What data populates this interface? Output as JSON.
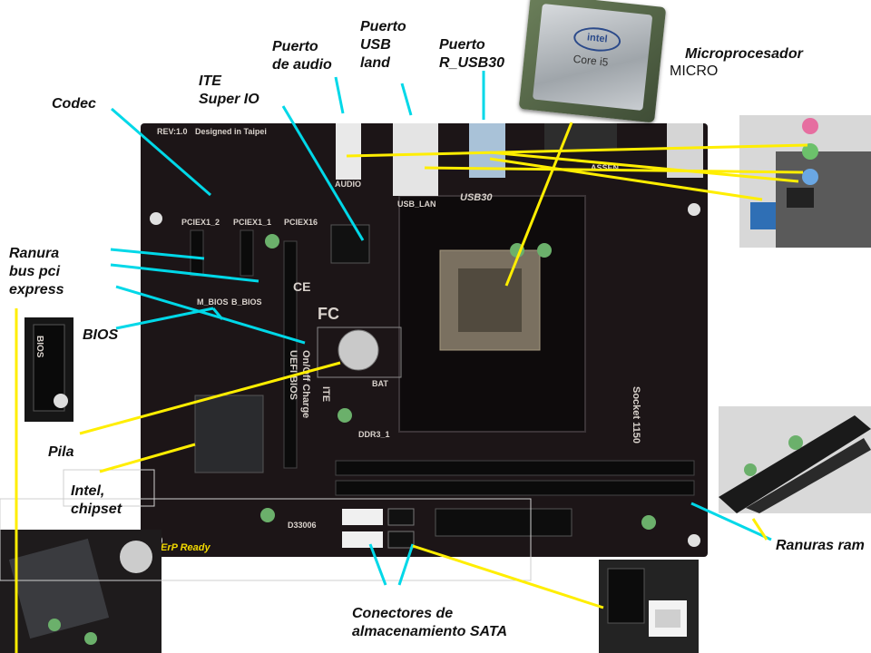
{
  "labels": {
    "audio": "Puerto\nde audio",
    "usb_lan": "Puerto\nUSB\nland",
    "usb30": "Puerto\nR_USB30",
    "micro": "Microprocesador",
    "micro_sub": "MICRO",
    "ite": "ITE\nSuper IO",
    "codec": "Codec",
    "pcie": "Ranura\nbus pci\nexpress",
    "bios": "BIOS",
    "pila": "Pila",
    "chipset": "Intel,\nchipset",
    "ram": "Ranuras ram",
    "sata": "Conectores de\nalmacenamiento SATA"
  },
  "silkscreen": {
    "designed": "Designed in Taipei",
    "rev": "REV:1.0",
    "audio": "AUDIO",
    "usb_lan": "USB_LAN",
    "usb30": "USB30",
    "pciex1_2": "PCIEX1_2",
    "pciex1_1": "PCIEX1_1",
    "pciex16": "PCIEX16",
    "mbios": "M_BIOS",
    "bbios": "B_BIOS",
    "onoff": "On/Off Charge",
    "uefi": "UEFI BIOS",
    "bat": "BAT",
    "ddr": "DDR3_1",
    "erp": "ErP Ready",
    "d33006": "D33006",
    "socket": "Socket 1150",
    "assem": "ASSEN",
    "bios_card": "BIOS",
    "ce": "CE",
    "fc": "FC",
    "ite_chip": "ITE"
  },
  "cpu": {
    "brand": "intel",
    "model": "Core i5"
  },
  "colors": {
    "leader_cyan": "#00d8e8",
    "leader_yellow": "#ffee00",
    "board": "#1c1517",
    "label_text": "#111111"
  }
}
